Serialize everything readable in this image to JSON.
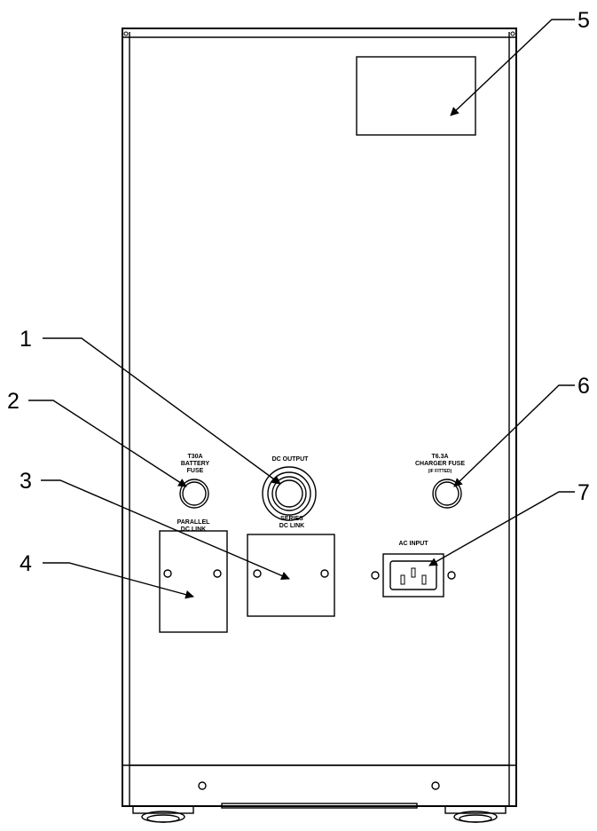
{
  "callouts": [
    "1",
    "2",
    "3",
    "4",
    "5",
    "6",
    "7"
  ],
  "labels": {
    "battery_fuse": [
      "T30A",
      "BATTERY",
      "FUSE"
    ],
    "dc_output": "DC OUTPUT",
    "charger_fuse": [
      "T6.3A",
      "CHARGER FUSE",
      "(IF FITTED)"
    ],
    "parallel_link": [
      "PARALLEL",
      "DC LINK"
    ],
    "series_link": [
      "SERIES",
      "DC LINK"
    ],
    "ac_input": "AC INPUT"
  }
}
